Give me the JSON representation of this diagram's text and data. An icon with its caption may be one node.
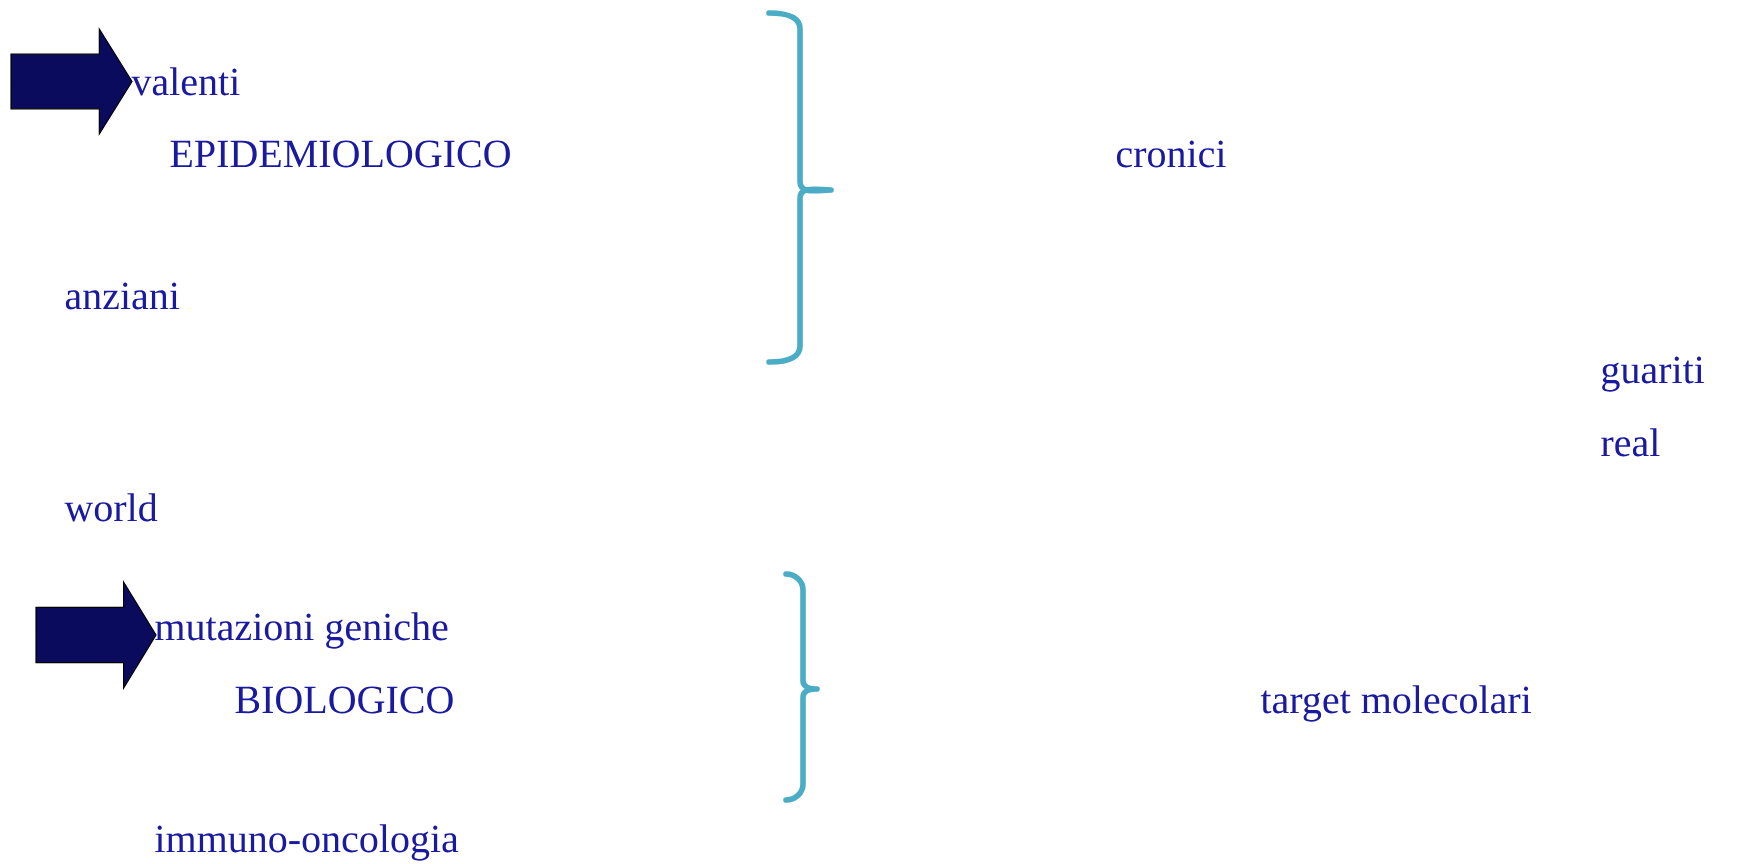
{
  "diagram": {
    "labels": [
      "valenti",
      "EPIDEMIOLOGICO",
      "cronici",
      "anziani",
      "guariti",
      "real",
      "world",
      "mutazioni geniche",
      "BIOLOGICO",
      "target molecolari",
      "immuno-oncologia"
    ]
  }
}
